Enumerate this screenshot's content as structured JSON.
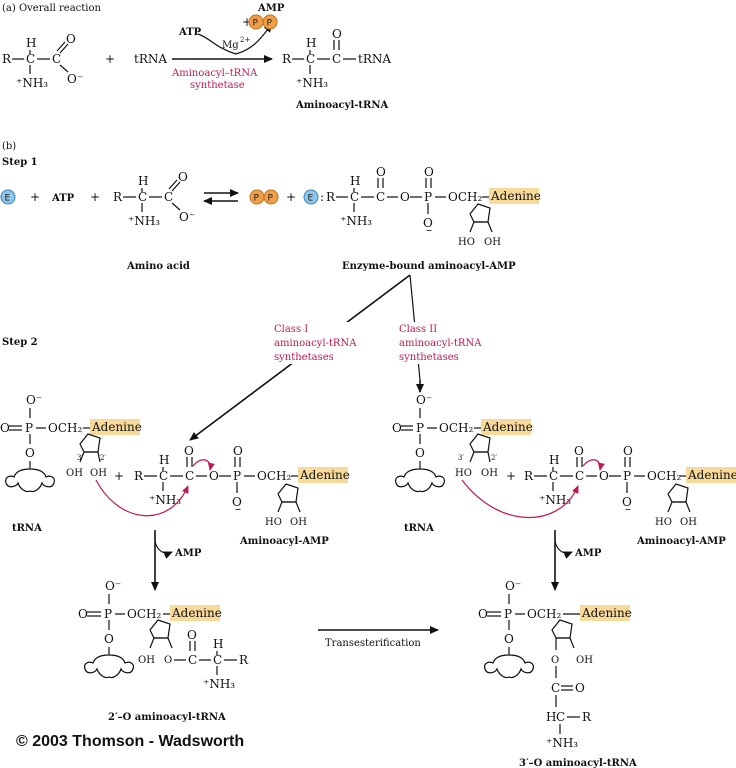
{
  "panel_a": {
    "label": "(a)  Overall reaction",
    "atp": "ATP",
    "amp": "AMP",
    "plus": "+",
    "mg": "Mg",
    "mg_charge": "2+",
    "enzyme_line1": "Aminoacyl–tRNA",
    "enzyme_line2": "synthetase",
    "trna": "tRNA",
    "product": "Aminoacyl-tRNA"
  },
  "panel_b": {
    "label": "(b)",
    "step1": "Step 1",
    "step2": "Step 2",
    "atp": "ATP",
    "amino_acid": "Amino acid",
    "enzyme_bound": "Enzyme-bound aminoacyl-AMP",
    "class1": [
      "Class I",
      "aminoacyl-tRNA",
      "synthetases"
    ],
    "class2": [
      "Class II",
      "aminoacyl-tRNA",
      "synthetases"
    ],
    "adenine": "Adenine",
    "trna": "tRNA",
    "aminoacyl_amp": "Aminoacyl-AMP",
    "amp": "AMP",
    "transesterification": "Transesterification",
    "product_2": "2′–O aminoacyl-tRNA",
    "product_3": "3′–O aminoacyl-tRNA"
  },
  "badges": {
    "E": "E",
    "P": "P"
  },
  "chem": {
    "R": "R",
    "C": "C",
    "H": "H",
    "O": "O",
    "P": "P",
    "O_minus": "O⁻",
    "NH3": "⁺NH₃",
    "OCH2": "OCH₂",
    "HO": "HO",
    "OH": "OH",
    "minus": "–",
    "prime3": "3′",
    "prime2": "2′"
  },
  "copyright": "© 2003 Thomson - Wadsworth"
}
